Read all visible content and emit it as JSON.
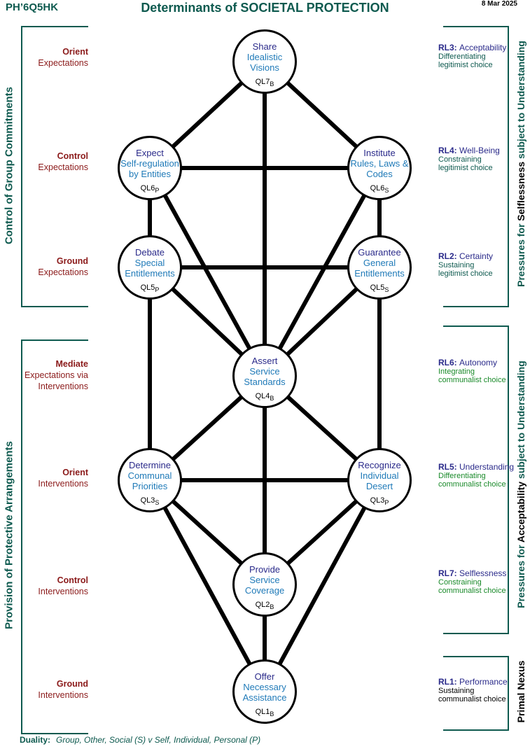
{
  "header": {
    "code": "PH’6Q5HK",
    "title": "Determinants of SOCIETAL PROTECTION",
    "date": "8 Mar 2025"
  },
  "left_groups": {
    "top": "Control  of  Group  Commitments",
    "bottom": "Provision  of  Protective  Arrangements"
  },
  "left_rows": [
    {
      "a": "Orient",
      "b": "Expectations"
    },
    {
      "a": "Control",
      "b": "Expectations"
    },
    {
      "a": "Ground",
      "b": "Expectations"
    },
    {
      "a": "Mediate",
      "b": "Expectations via Interventions"
    },
    {
      "a": "Orient",
      "b": "Interventions"
    },
    {
      "a": "Control",
      "b": "Interventions"
    },
    {
      "a": "Ground",
      "b": "Interventions"
    }
  ],
  "nodes": [
    {
      "l1": "Share",
      "l2": "Idealistic",
      "l3": "Visions",
      "q": "QL7",
      "s": "B"
    },
    {
      "l1": "Expect",
      "l2": "Self-regulation",
      "l3": "by Entities",
      "q": "QL6",
      "s": "P"
    },
    {
      "l1": "Institute",
      "l2": "Rules, Laws &",
      "l3": "Codes",
      "q": "QL6",
      "s": "S"
    },
    {
      "l1": "Debate",
      "l2": "Special",
      "l3": "Entitlements",
      "q": "QL5",
      "s": "P"
    },
    {
      "l1": "Guarantee",
      "l2": "General",
      "l3": "Entitlements",
      "q": "QL5",
      "s": "S"
    },
    {
      "l1": "Assert",
      "l2": "Service",
      "l3": "Standards",
      "q": "QL4",
      "s": "B"
    },
    {
      "l1": "Determine",
      "l2": "Communal",
      "l3": "Priorities",
      "q": "QL3",
      "s": "S"
    },
    {
      "l1": "Recognize",
      "l2": "Individual",
      "l3": "Desert",
      "q": "QL3",
      "s": "P"
    },
    {
      "l1": "Provide",
      "l2": "Service",
      "l3": "Coverage",
      "q": "QL2",
      "s": "B"
    },
    {
      "l1": "Offer",
      "l2": "Necessary",
      "l3": "Assistance",
      "q": "QL1",
      "s": "B"
    }
  ],
  "right_groups": {
    "top": {
      "pre": "Pressures for ",
      "key": "Selflessness",
      "post": " subject to Understanding"
    },
    "middle": {
      "pre": "Pressures for ",
      "key": "Acceptability",
      "post": " subject to Understanding"
    },
    "bottom": "Primal Nexus"
  },
  "right_rows": [
    {
      "rl": "RL3:",
      "name": "Acceptability",
      "s1": "Differentiating",
      "s2": "legitimist choice"
    },
    {
      "rl": "RL4:",
      "name": "Well-Being",
      "s1": "Constraining",
      "s2": "legitimist choice"
    },
    {
      "rl": "RL2:",
      "name": "Certainty",
      "s1": "Sustaining",
      "s2": "legitimist choice"
    },
    {
      "rl": "RL6:",
      "name": "Autonomy",
      "s1": "Integrating",
      "s2": "communalist choice"
    },
    {
      "rl": "RL5:",
      "name": "Understanding",
      "s1": "Differentiating",
      "s2": "communalist choice"
    },
    {
      "rl": "RL7:",
      "name": "Selflessness",
      "s1": "Constraining",
      "s2": "communalist choice"
    },
    {
      "rl": "RL1:",
      "name": "Performance",
      "s1": "Sustaining",
      "s2": "communalist choice"
    }
  ],
  "footer": {
    "label": "Duality:",
    "text": "Group, Other, Social (S)  v   Self, Individual, Personal (P)"
  }
}
